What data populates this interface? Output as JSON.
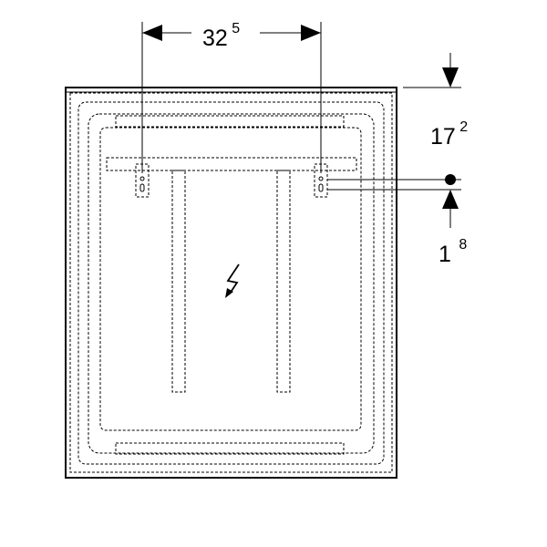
{
  "dimensions": {
    "width": {
      "main": "32",
      "sup": "5"
    },
    "height": {
      "main": "17",
      "sup": "2"
    },
    "offset": {
      "main": "1",
      "sup": "8"
    }
  },
  "icons": {
    "power": "lightning-bolt-icon"
  }
}
